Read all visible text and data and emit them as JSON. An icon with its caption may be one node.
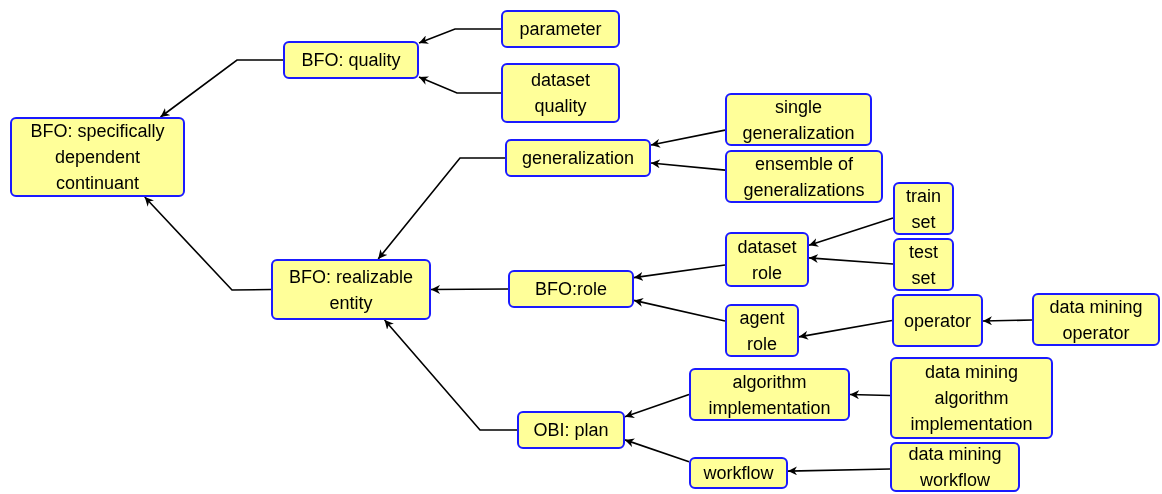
{
  "diagram": {
    "nodes": [
      {
        "text": [
          "BFO: specifically dependent continuant"
        ]
      },
      {
        "text": [
          "BFO: quality"
        ]
      },
      {
        "text": [
          "parameter"
        ]
      },
      {
        "text": [
          "dataset quality"
        ]
      },
      {
        "text": [
          "BFO: realizable entity"
        ]
      },
      {
        "text": [
          "generalization"
        ]
      },
      {
        "text": [
          "single generalization"
        ]
      },
      {
        "text": [
          "ensemble of generalizations"
        ]
      },
      {
        "text": [
          "BFO:role"
        ]
      },
      {
        "text": [
          "dataset role"
        ]
      },
      {
        "text": [
          "train set"
        ]
      },
      {
        "text": [
          "test set"
        ]
      },
      {
        "text": [
          "agent role"
        ]
      },
      {
        "text": [
          "operator"
        ]
      },
      {
        "text": [
          "data mining operator"
        ]
      },
      {
        "text": [
          "OBI: plan"
        ]
      },
      {
        "text": [
          "algorithm implementation"
        ]
      },
      {
        "text": [
          "data mining algorithm implementation"
        ]
      },
      {
        "text": [
          "workflow"
        ]
      },
      {
        "text": [
          "data mining workflow"
        ]
      }
    ],
    "edges": [
      {
        "from": 2,
        "to": 1,
        "arrow": "to"
      },
      {
        "from": 3,
        "to": 1,
        "arrow": "to"
      },
      {
        "from": 1,
        "to": 0,
        "arrow": "to"
      },
      {
        "from": 4,
        "to": 0,
        "arrow": "to"
      },
      {
        "from": 5,
        "to": 4,
        "arrow": "to"
      },
      {
        "from": 8,
        "to": 4,
        "arrow": "to"
      },
      {
        "from": 15,
        "to": 4,
        "arrow": "to"
      },
      {
        "from": 6,
        "to": 5,
        "arrow": "to"
      },
      {
        "from": 7,
        "to": 5,
        "arrow": "to"
      },
      {
        "from": 9,
        "to": 8,
        "arrow": "to"
      },
      {
        "from": 12,
        "to": 8,
        "arrow": "to"
      },
      {
        "from": 10,
        "to": 9,
        "arrow": "to"
      },
      {
        "from": 11,
        "to": 9,
        "arrow": "to"
      },
      {
        "from": 13,
        "to": 12,
        "arrow": "to"
      },
      {
        "from": 14,
        "to": 13,
        "arrow": "to"
      },
      {
        "from": 16,
        "to": 15,
        "arrow": "to"
      },
      {
        "from": 18,
        "to": 15,
        "arrow": "to"
      },
      {
        "from": 17,
        "to": 16,
        "arrow": "to"
      },
      {
        "from": 19,
        "to": 18,
        "arrow": "to"
      }
    ]
  }
}
